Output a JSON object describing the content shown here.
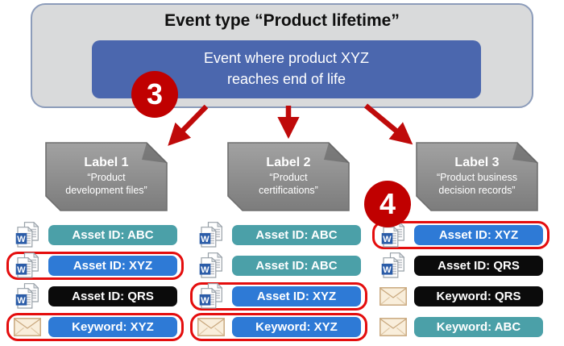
{
  "header": {
    "title": "Event type “Product lifetime”",
    "event_line1": "Event where product XYZ",
    "event_line2": "reaches end of life",
    "step3_badge": "3",
    "step4_badge": "4"
  },
  "labels": [
    {
      "title": "Label 1",
      "subtitle": "“Product development files”"
    },
    {
      "title": "Label 2",
      "subtitle": "“Product certifications”"
    },
    {
      "title": "Label 3",
      "subtitle": "“Product business decision records”"
    }
  ],
  "columns": [
    {
      "under": "Label 1",
      "items": [
        {
          "icon": "word-icon",
          "text": "Asset ID: ABC",
          "color": "teal",
          "highlighted": false
        },
        {
          "icon": "word-icon",
          "text": "Asset ID: XYZ",
          "color": "blue",
          "highlighted": true
        },
        {
          "icon": "word-icon",
          "text": "Asset ID: QRS",
          "color": "black",
          "highlighted": false
        },
        {
          "icon": "envelope-icon",
          "text": "Keyword: XYZ",
          "color": "blue",
          "highlighted": true
        }
      ]
    },
    {
      "under": "Label 2",
      "items": [
        {
          "icon": "word-icon",
          "text": "Asset ID: ABC",
          "color": "teal",
          "highlighted": false
        },
        {
          "icon": "word-icon",
          "text": "Asset ID: ABC",
          "color": "teal",
          "highlighted": false
        },
        {
          "icon": "word-icon",
          "text": "Asset ID: XYZ",
          "color": "blue",
          "highlighted": true
        },
        {
          "icon": "envelope-icon",
          "text": "Keyword: XYZ",
          "color": "blue",
          "highlighted": true
        }
      ]
    },
    {
      "under": "Label 3",
      "items": [
        {
          "icon": "word-icon",
          "text": "Asset ID: XYZ",
          "color": "blue",
          "highlighted": true
        },
        {
          "icon": "word-icon",
          "text": "Asset ID: QRS",
          "color": "black",
          "highlighted": false
        },
        {
          "icon": "envelope-icon",
          "text": "Keyword: QRS",
          "color": "black",
          "highlighted": false
        },
        {
          "icon": "envelope-icon",
          "text": "Keyword: ABC",
          "color": "teal",
          "highlighted": false
        }
      ]
    }
  ],
  "colors": {
    "badge_red": "#c00000",
    "arrow_red": "#bf0a0a",
    "highlight_outline_red": "#e40d0d",
    "pill_teal": "#4ba0a8",
    "pill_blue": "#2e7ad6",
    "pill_black": "#0b0b0b",
    "event_box_blue": "#4b67ae",
    "container_gray": "#d9dadb",
    "container_border": "#8c9cba",
    "label_gray": "#8c8c8c"
  }
}
